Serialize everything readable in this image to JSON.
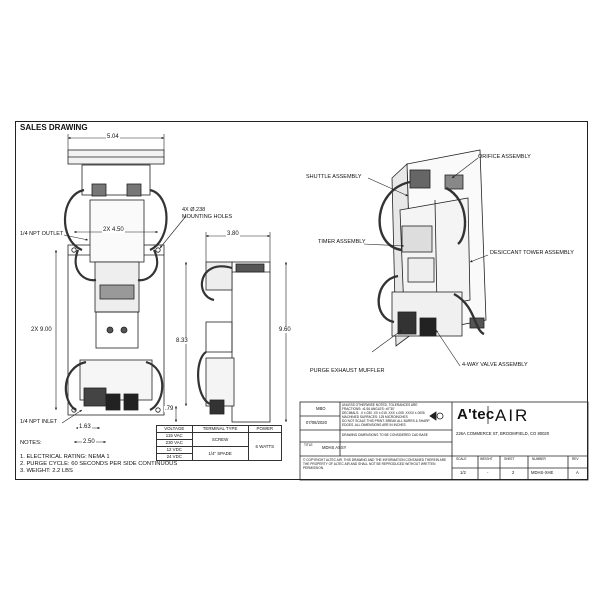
{
  "sheet": {
    "heading": "SALES DRAWING"
  },
  "dimensions": {
    "top_width": "5.04",
    "hole_spacing": "2X 4.50",
    "height": "2X 9.00",
    "depth": "3.80",
    "side_height_outer": "9.60",
    "side_height_inner": "8.33",
    "side_bottom": ".79",
    "inlet_offset": "1.63",
    "bottom_width": "2.50"
  },
  "callouts": {
    "mounting_holes_1": "4X Ø.238",
    "mounting_holes_2": "MOUNTING HOLES",
    "npt_outlet": "1/4 NPT OUTLET",
    "npt_inlet": "1/4 NPT INLET",
    "orifice": "ORIFICE ASSEMBLY",
    "shuttle": "SHUTTLE ASSEMBLY",
    "timer": "TIMER ASSEMBLY",
    "desiccant": "DESICCANT TOWER ASSEMBLY",
    "muffler": "PURGE EXHAUST MUFFLER",
    "valve": "4-WAY VALVE ASSEMBLY"
  },
  "notes": {
    "heading": "NOTES:",
    "items": [
      "1.    ELECTRICAL RATING: NEMA 1",
      "2.    PURGE CYCLE: 60 SECONDS PER SIDE CONTINUOUS",
      "3.    WEIGHT: 2.2 LBS"
    ]
  },
  "voltage_table": {
    "headers": [
      "VOLTAGE",
      "TERMINAL TYPE",
      "POWER"
    ],
    "voltages": [
      "115 VAC",
      "230 VAC",
      "12 VDC",
      "24 VDC"
    ],
    "terminal_screw": "SCREW",
    "terminal_spade": "1/4\" SPADE",
    "power": "6 WATTS"
  },
  "title_block": {
    "drawn_by": "MBO",
    "date": "07/08/2020",
    "tolerance_1": "UNLESS OTHERWISE NOTED, TOLERANCES ARE",
    "tolerance_2": "FRACTIONS: ±1/16    ANGLES: ±0°30'",
    "tolerance_3": "DECIMALS: .X ±.030   .XX ±.015   .XXX ±.005   .XXXX ±.0005",
    "tolerance_4": "MACHINED SURFACES: 125 MICROINCHES",
    "tolerance_5": "DO NOT SCALE THIS PRINT. BREAK ALL BURRS & SHARP",
    "tolerance_6": "EDGES. ALL DIMENSIONS ARE IN INCHES",
    "tolerance_7": "DRAWING DIMENSIONS TO BE CONSIDERED CAD BASE",
    "address": "226A COMMERCE ST, BROOMFIELD, CO 80020",
    "title_label": "TITLE",
    "title_value": "MDHS ASSY",
    "legal_text": "© COPYRIGHT ALTEC AIR. THIS DRAWING AND THE INFORMATION CONTAINED THEREIN ARE THE PROPERTY OF ALTEC AIR AND SHALL NOT BE REPRODUCED WITHOUT WRITTEN PERMISSION.",
    "scale_label": "SCALE",
    "scale_value": "1/2",
    "weight_label": "WEIGHT",
    "weight_value": "-",
    "sheet_label": "SHEET",
    "sheet_value": "2",
    "number_label": "NUMBER",
    "number_value": "MDHS-XHE",
    "rev_label": "REV",
    "rev_value": "A"
  },
  "logo": {
    "brand_a": "A'tec",
    "brand_b": "AIR"
  },
  "colors": {
    "line": "#222222",
    "tube": "#333333"
  }
}
